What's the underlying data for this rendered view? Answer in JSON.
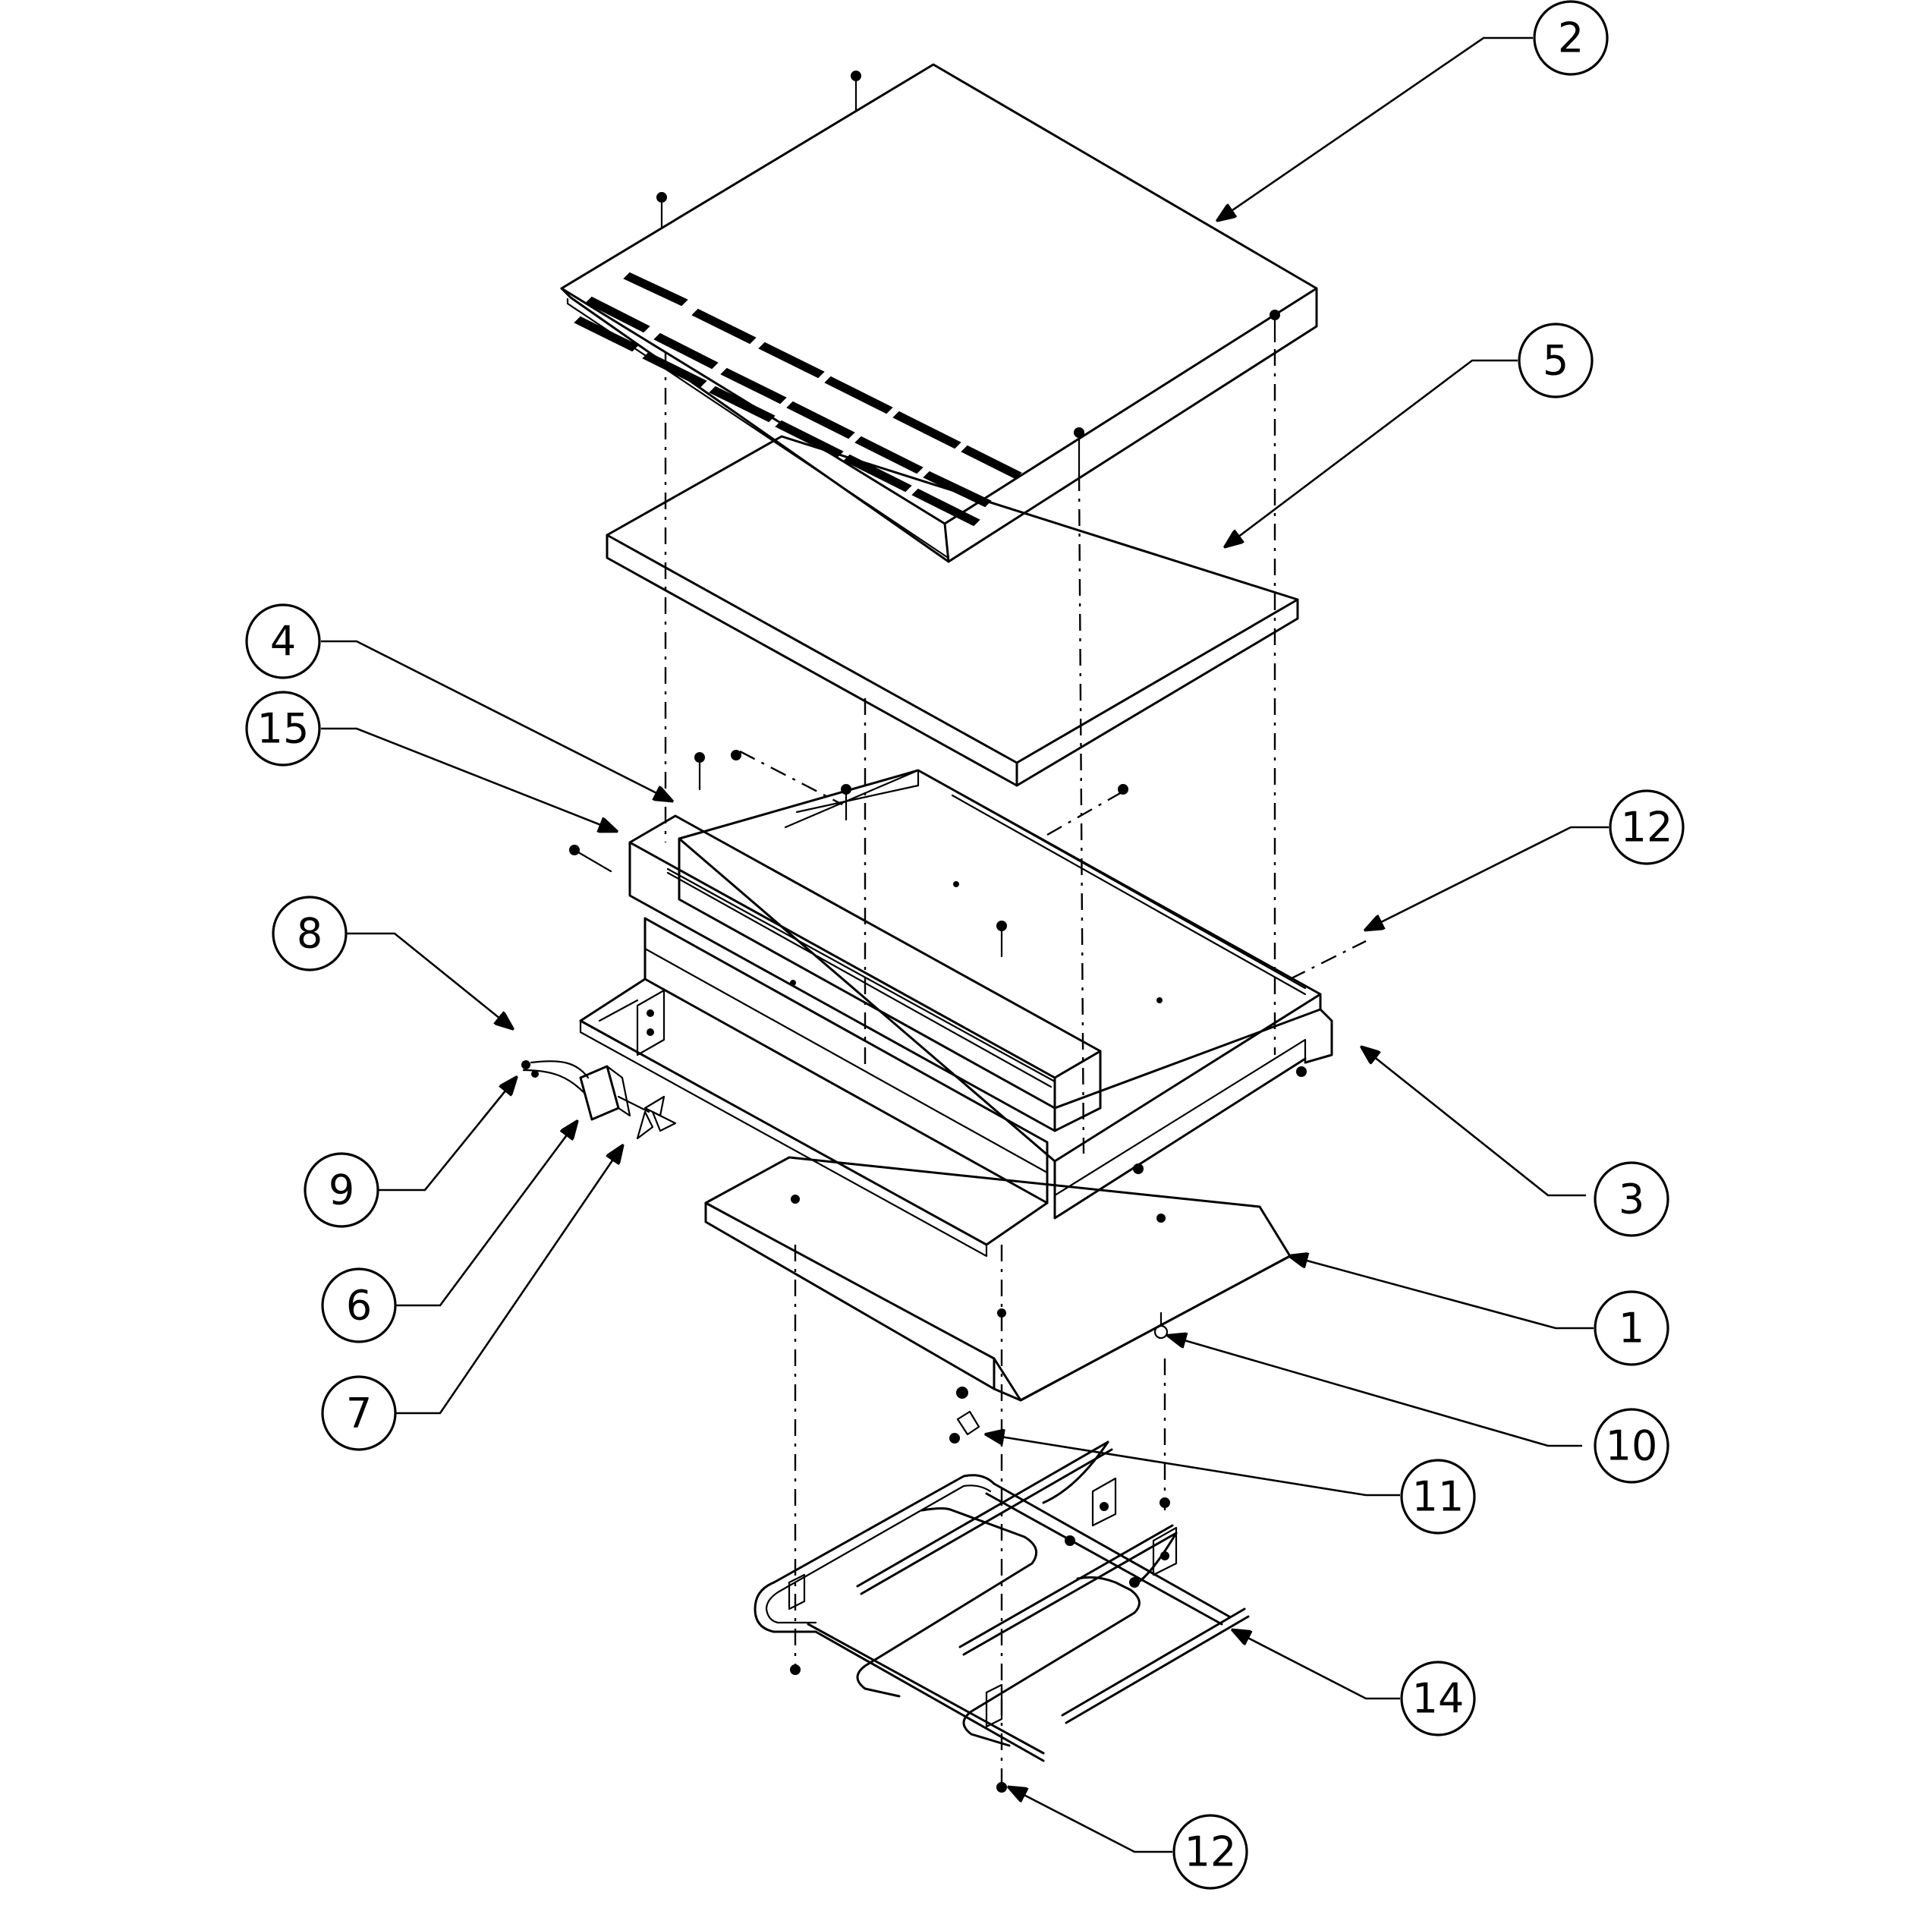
{
  "callouts": [
    {
      "id": "c2",
      "label": "2"
    },
    {
      "id": "c5",
      "label": "5"
    },
    {
      "id": "c4",
      "label": "4"
    },
    {
      "id": "c15",
      "label": "15"
    },
    {
      "id": "c12a",
      "label": "12"
    },
    {
      "id": "c8",
      "label": "8"
    },
    {
      "id": "c3",
      "label": "3"
    },
    {
      "id": "c9",
      "label": "9"
    },
    {
      "id": "c6",
      "label": "6"
    },
    {
      "id": "c1",
      "label": "1"
    },
    {
      "id": "c7",
      "label": "7"
    },
    {
      "id": "c10",
      "label": "10"
    },
    {
      "id": "c11",
      "label": "11"
    },
    {
      "id": "c14",
      "label": "14"
    },
    {
      "id": "c12b",
      "label": "12"
    }
  ]
}
